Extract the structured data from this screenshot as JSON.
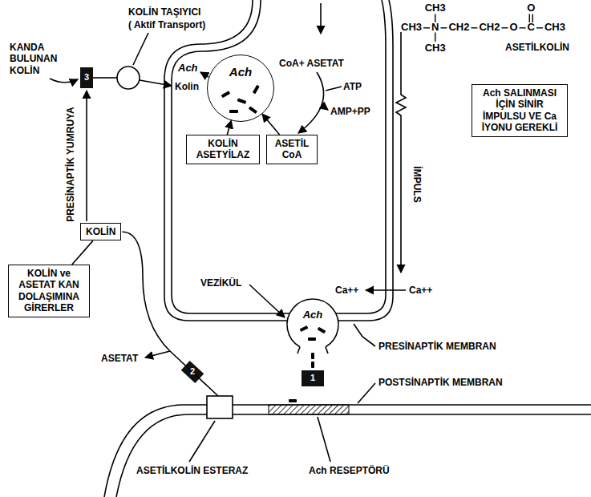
{
  "diagram": {
    "nodes": [
      {
        "text": [
          "Ach"
        ]
      },
      {
        "text": [
          "KOLİN ASETYİLAZ"
        ]
      },
      {
        "text": [
          "ASETİL CoA"
        ]
      },
      {
        "text": [
          "Ach SALINMASI İÇİN SİNİR İMPULSU VE Ca İYONU GEREKLİ"
        ]
      },
      {
        "text": [
          "KOLİN"
        ]
      },
      {
        "text": [
          "KOLİN ve ASETAT KAN DOLAŞIMINA GİRERLER"
        ]
      }
    ],
    "edges": [
      {
        "from": 1,
        "to": 0,
        "arrow": "to"
      },
      {
        "from": 2,
        "to": 0,
        "arrow": "to"
      },
      {
        "from": 4,
        "to": 5,
        "arrow": "none"
      }
    ],
    "labels": [
      "KOLİN TAŞIYICI",
      "( Aktif Transport)",
      "CH3",
      "CH3",
      "N",
      "CH2",
      "CH2",
      "O",
      "C",
      "CH3",
      "CH3",
      "O",
      "ASETİLKOLİN",
      "KANDA BULUNAN KOLİN",
      "3",
      "Ach",
      "Kolin",
      "CoA+ ASETAT",
      "ATP",
      "AMP+PP",
      "İMPULS",
      "PRESİNAPTİK YUMRUYA",
      "VEZİKÜL",
      "Ca++",
      "Ca++",
      "Ach",
      "PRESİNAPTİK MEMBRAN",
      "1",
      "POSTSİNAPTİK MEMBRAN",
      "ASETAT",
      "2",
      "ASETİLKOLİN ESTERAZ",
      "Ach RESEPTÖRÜ"
    ]
  }
}
